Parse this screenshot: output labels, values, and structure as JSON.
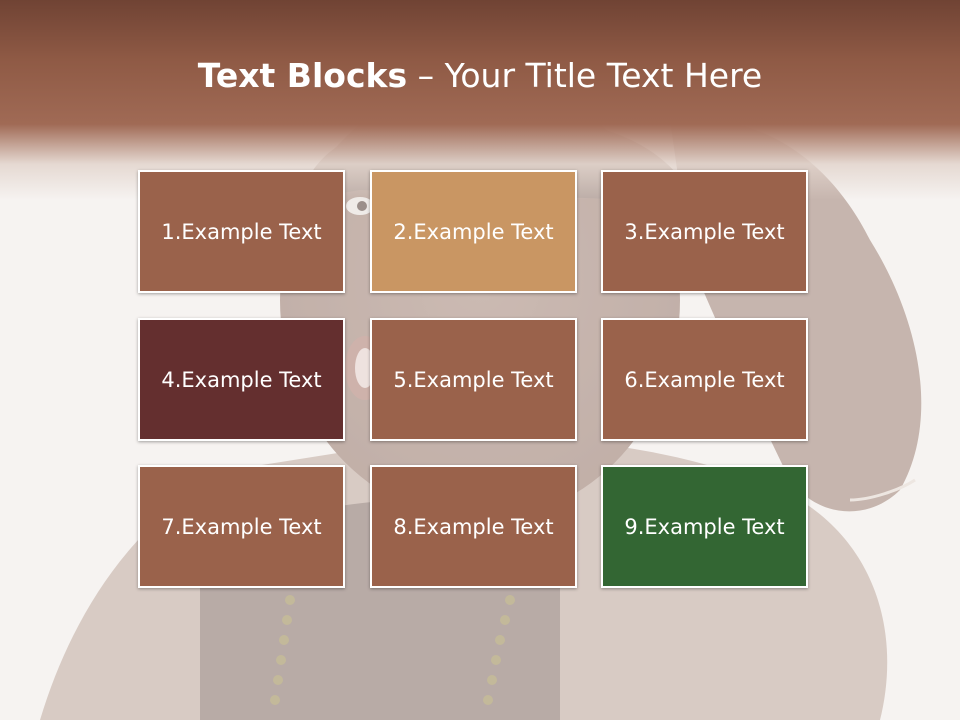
{
  "slide": {
    "title_bold": "Text Blocks",
    "title_dash": " – ",
    "title_rest": "Your Title Text Here"
  },
  "colors": {
    "header_top": "#704334",
    "header_mid": "#a06a55",
    "block_default": "#9a624b",
    "block_highlight": "#c99663",
    "block_dark": "#642f2f",
    "block_green": "#336633"
  },
  "blocks": [
    {
      "label": "1.Example Text",
      "color": "#9a624b"
    },
    {
      "label": "2.Example Text",
      "color": "#c99663"
    },
    {
      "label": "3.Example Text",
      "color": "#9a624b"
    },
    {
      "label": "4.Example Text",
      "color": "#642f2f"
    },
    {
      "label": "5.Example Text",
      "color": "#9a624b"
    },
    {
      "label": "6.Example Text",
      "color": "#9a624b"
    },
    {
      "label": "7.Example Text",
      "color": "#9a624b"
    },
    {
      "label": "8.Example Text",
      "color": "#9a624b"
    },
    {
      "label": "9.Example Text",
      "color": "#336633"
    }
  ]
}
